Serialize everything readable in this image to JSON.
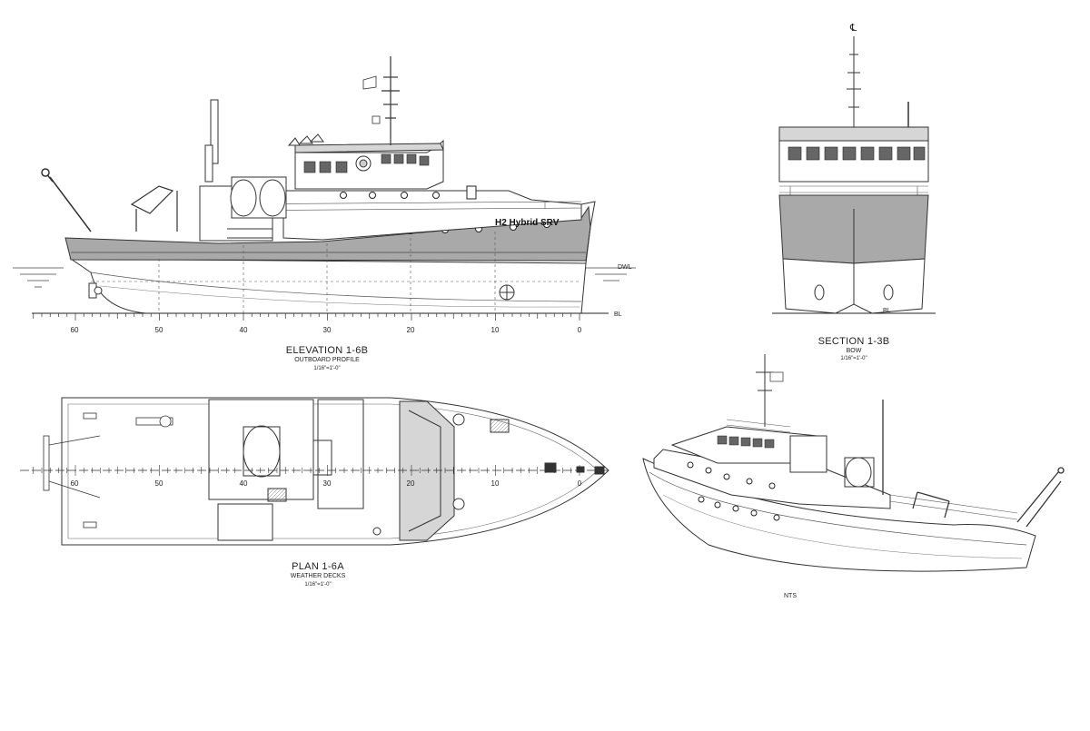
{
  "views": {
    "elevation": {
      "title": "ELEVATION 1-6B",
      "subtitle": "OUTBOARD PROFILE",
      "scale": "1/16\"=1'-0\"",
      "hull_name": "H2 Hybrid SRV",
      "dwl_label": "DWL",
      "bl_label": "BL",
      "ruler_numbers": [
        "60",
        "50",
        "40",
        "30",
        "20",
        "10",
        "0"
      ]
    },
    "section": {
      "title": "SECTION 1-3B",
      "subtitle": "BOW",
      "scale": "1/16\"=1'-0\"",
      "centerline_mark": "℄",
      "bl_label": "BL"
    },
    "plan": {
      "title": "PLAN 1-6A",
      "subtitle": "WEATHER DECKS",
      "scale": "1/16\"=1'-0\"",
      "ruler_numbers": [
        "60",
        "50",
        "40",
        "30",
        "20",
        "10",
        "0"
      ]
    },
    "perspective": {
      "note": "NTS"
    }
  },
  "colors": {
    "line": "#333333",
    "hull_band": "#a9a9a9",
    "light_fill": "#d6d6d6",
    "paper": "#ffffff"
  }
}
